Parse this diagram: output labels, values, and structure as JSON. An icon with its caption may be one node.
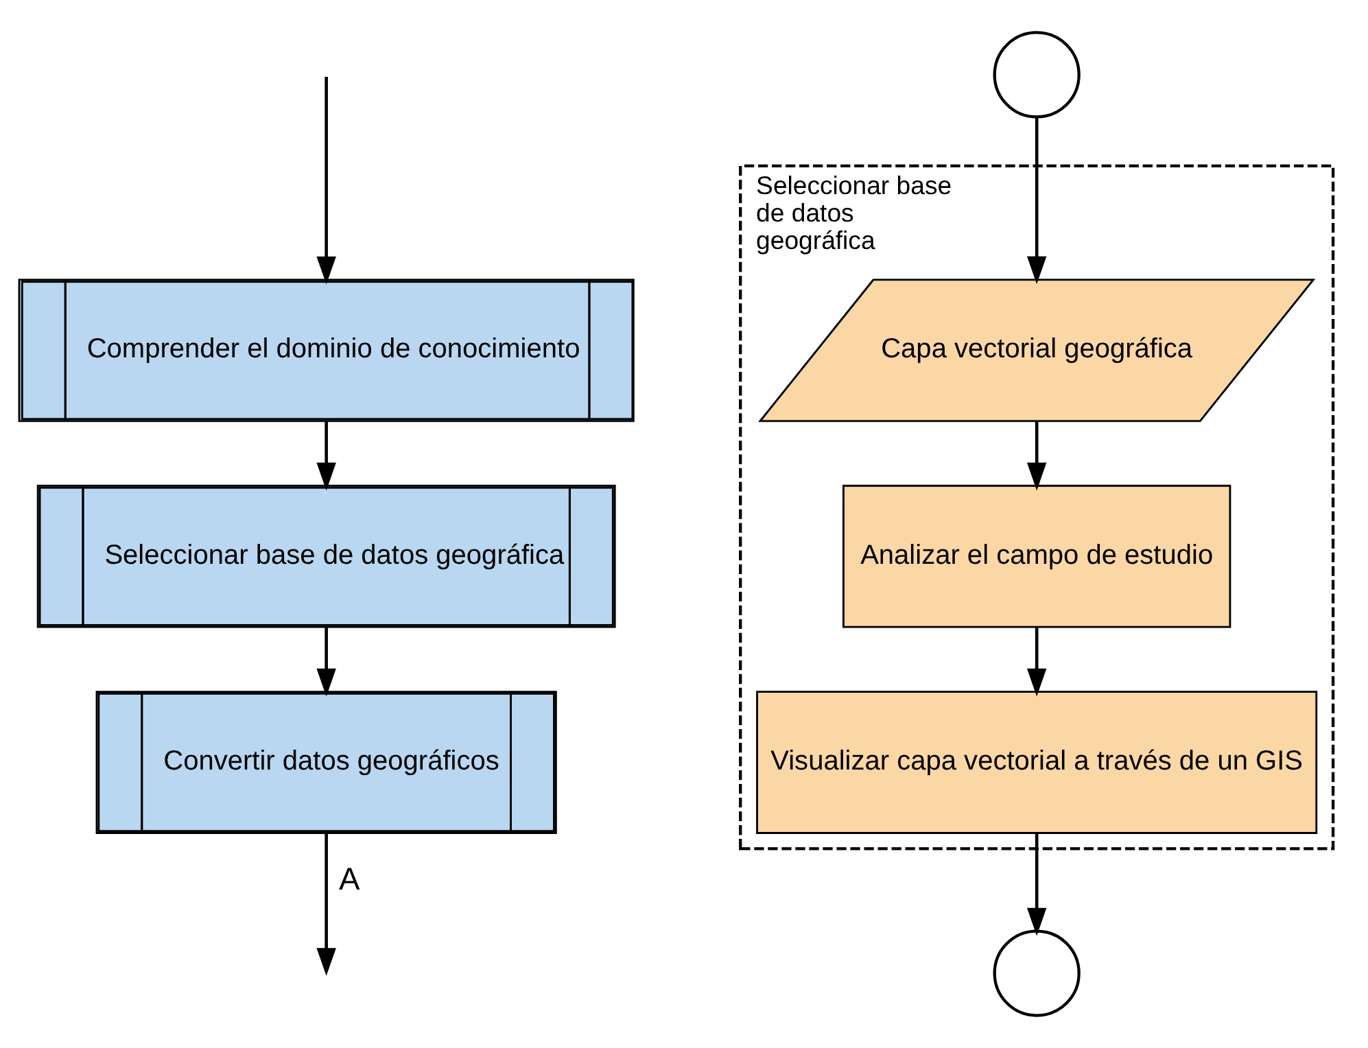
{
  "diagram": {
    "nodes": [
      {
        "text": [
          "Comprender el dominio de conocimiento"
        ]
      },
      {
        "text": [
          "Seleccionar base de datos geográfica"
        ]
      },
      {
        "text": [
          "Convertir datos geográficos"
        ]
      },
      {
        "text": [],
        "shape": "circle"
      },
      {
        "text": [
          "Seleccionar base de datos geográfica"
        ]
      },
      {
        "text": [
          "Capa vectorial geográfica"
        ],
        "in": 4
      },
      {
        "text": [
          "Analizar el campo de estudio"
        ],
        "in": 4
      },
      {
        "text": [
          "Visualizar capa vectorial a través de un GIS"
        ],
        "in": 4
      },
      {
        "text": [],
        "shape": "circle"
      }
    ],
    "edges": [
      {
        "from": null,
        "to": 0,
        "arrow": "to"
      },
      {
        "from": 0,
        "to": 1,
        "arrow": "to"
      },
      {
        "from": 1,
        "to": 2,
        "arrow": "to"
      },
      {
        "from": 2,
        "to": null,
        "arrow": "to",
        "label": "A"
      },
      {
        "from": 3,
        "to": 5,
        "arrow": "to"
      },
      {
        "from": 5,
        "to": 6,
        "arrow": "to"
      },
      {
        "from": 6,
        "to": 7,
        "arrow": "to"
      },
      {
        "from": 7,
        "to": 8,
        "arrow": "to"
      }
    ]
  }
}
